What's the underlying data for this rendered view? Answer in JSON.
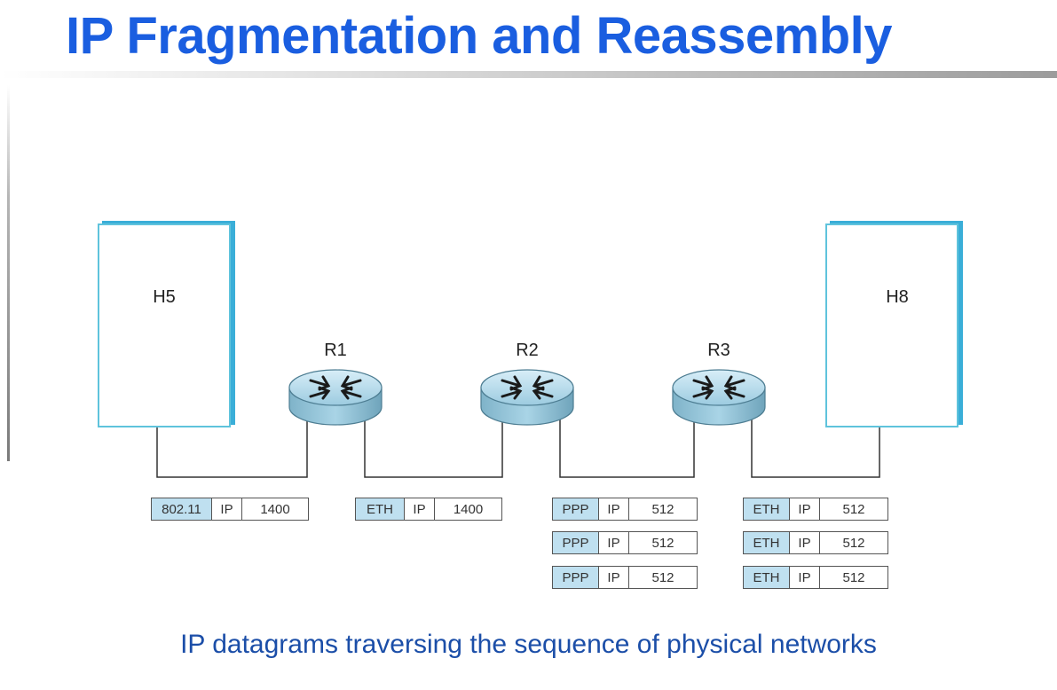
{
  "title": "IP Fragmentation and Reassembly",
  "caption": "IP datagrams traversing the sequence of physical networks",
  "hosts": {
    "h5": "H5",
    "h8": "H8"
  },
  "routers": {
    "r1": "R1",
    "r2": "R2",
    "r3": "R3"
  },
  "networks": [
    {
      "packets": [
        {
          "hdr": "802.11",
          "ip": "IP",
          "size": "1400"
        }
      ]
    },
    {
      "packets": [
        {
          "hdr": "ETH",
          "ip": "IP",
          "size": "1400"
        }
      ]
    },
    {
      "packets": [
        {
          "hdr": "PPP",
          "ip": "IP",
          "size": "512"
        },
        {
          "hdr": "PPP",
          "ip": "IP",
          "size": "512"
        },
        {
          "hdr": "PPP",
          "ip": "IP",
          "size": "512"
        }
      ]
    },
    {
      "packets": [
        {
          "hdr": "ETH",
          "ip": "IP",
          "size": "512"
        },
        {
          "hdr": "ETH",
          "ip": "IP",
          "size": "512"
        },
        {
          "hdr": "ETH",
          "ip": "IP",
          "size": "512"
        }
      ]
    }
  ],
  "colors": {
    "title": "#1a5ee0",
    "host_border": "#3aaed8",
    "header_fill": "#bfe0f0",
    "router_fill": "#a9d4e6"
  }
}
